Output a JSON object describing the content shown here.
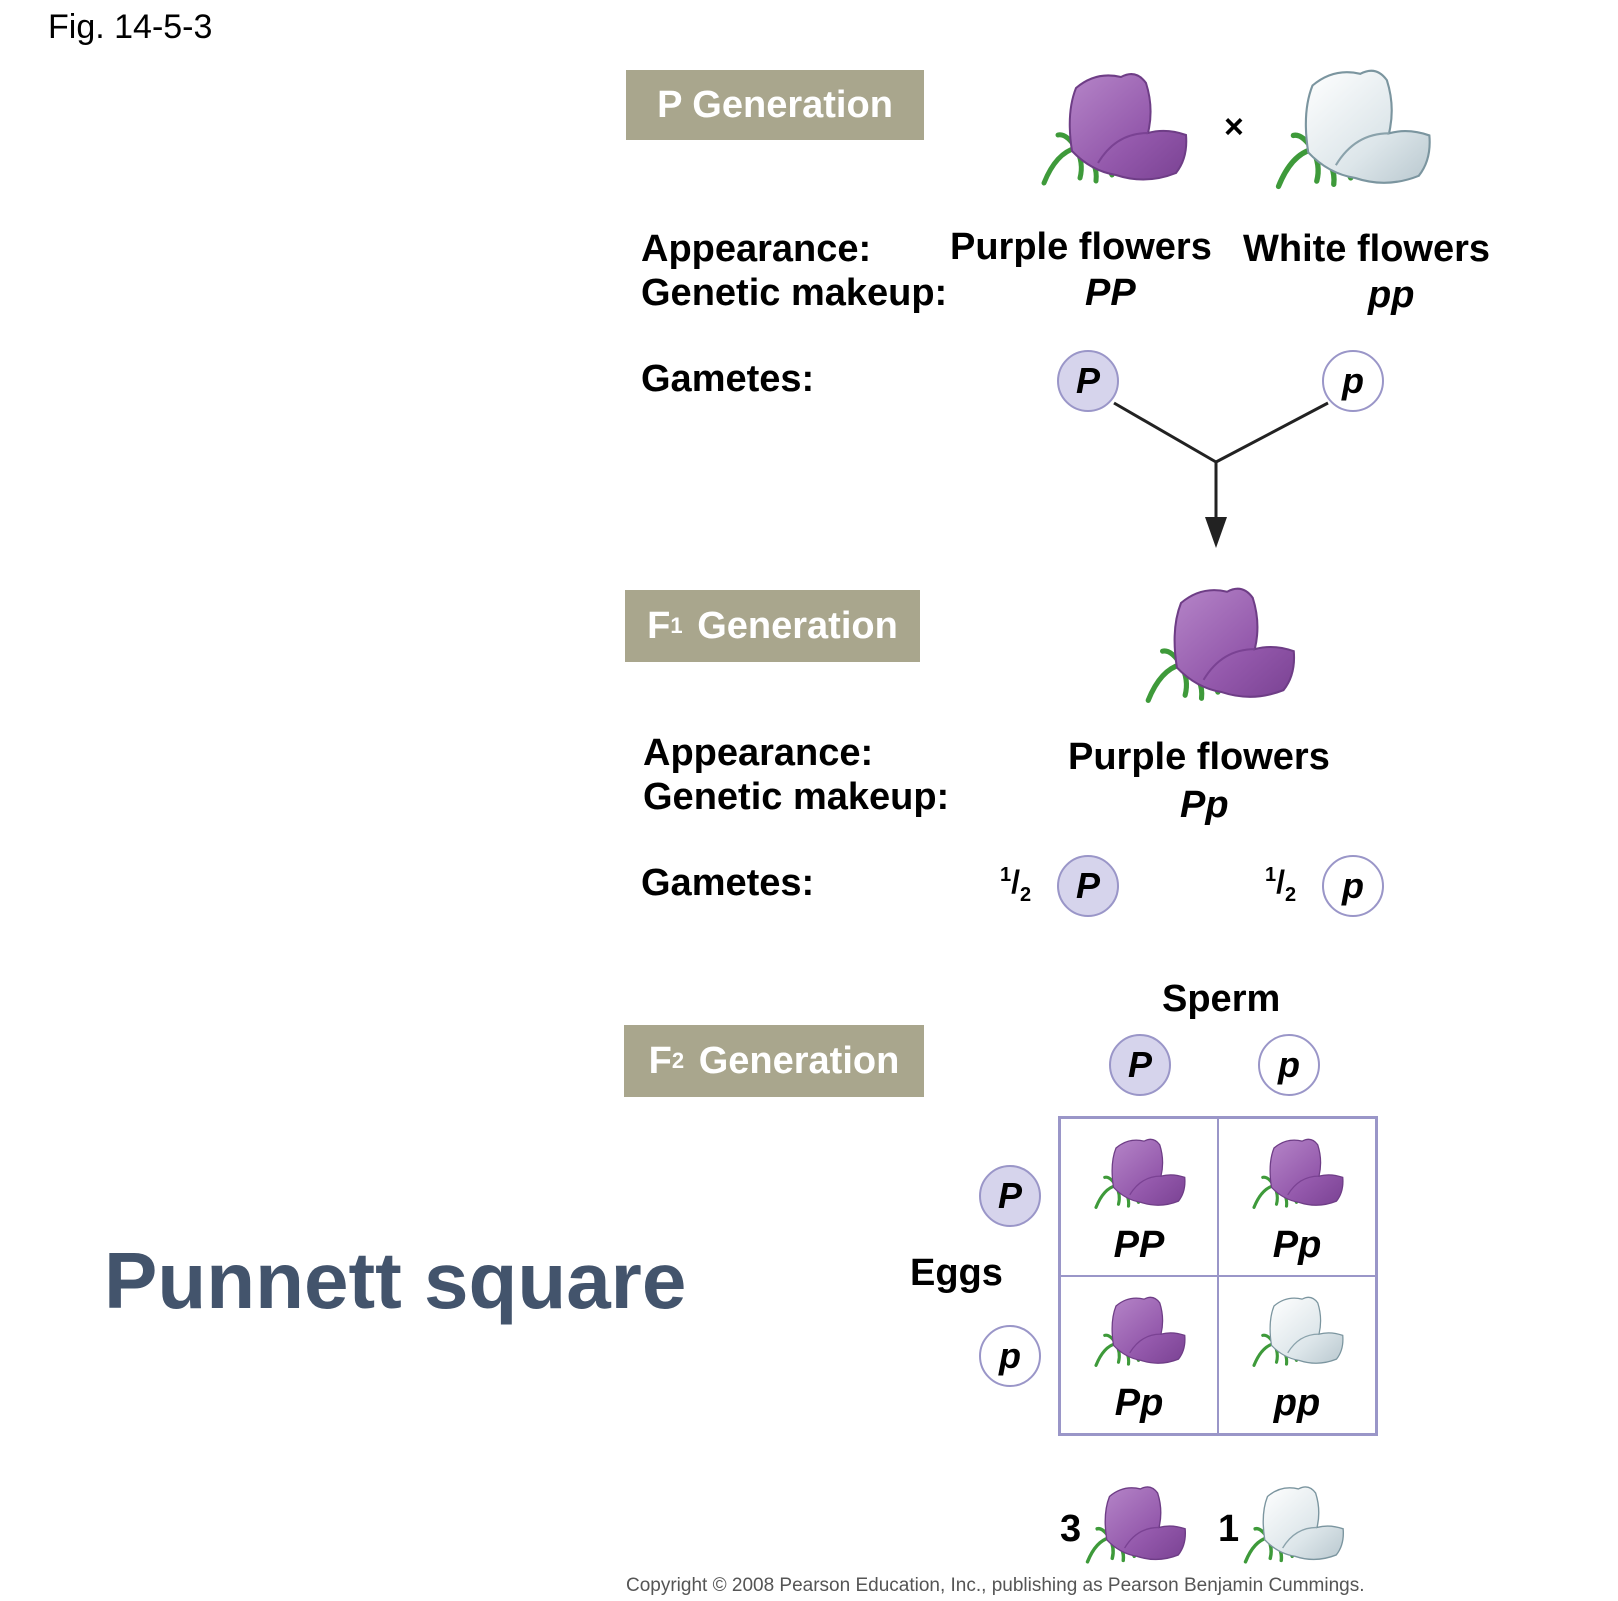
{
  "figure_label": "Fig. 14-5-3",
  "title": "Punnett square",
  "copyright": "Copyright © 2008 Pearson Education, Inc., publishing as Pearson Benjamin Cummings.",
  "colors": {
    "generation_box": "#a9a68d",
    "dominant_allele_fill": "#d6d4ec",
    "allele_border": "#9a96c8",
    "title_color": "#43546c",
    "purple_flower": "#9b5fb0",
    "white_flower": "#e8eef0"
  },
  "p_generation": {
    "label_main": "P Generation",
    "cross_symbol": "×",
    "appearance_label": "Appearance:",
    "genetic_label": "Genetic makeup:",
    "gametes_label": "Gametes:",
    "parents": [
      {
        "appearance": "Purple flowers",
        "genotype": "PP",
        "gamete": "P",
        "flower": "purple-flower-icon"
      },
      {
        "appearance": "White flowers",
        "genotype": "pp",
        "gamete": "p",
        "flower": "white-flower-icon"
      }
    ]
  },
  "f1_generation": {
    "label_main": "F",
    "label_sub": "1",
    "label_rest": "Generation",
    "appearance_label": "Appearance:",
    "genetic_label": "Genetic makeup:",
    "gametes_label": "Gametes:",
    "appearance": "Purple flowers",
    "genotype": "Pp",
    "gametes": [
      {
        "frac_num": "1",
        "frac_den": "2",
        "allele": "P"
      },
      {
        "frac_num": "1",
        "frac_den": "2",
        "allele": "p"
      }
    ]
  },
  "f2_generation": {
    "label_main": "F",
    "label_sub": "2",
    "label_rest": "Generation",
    "sperm_label": "Sperm",
    "eggs_label": "Eggs",
    "sperm": [
      "P",
      "p"
    ],
    "eggs": [
      "P",
      "p"
    ],
    "cells": [
      {
        "genotype": "PP",
        "flower": "purple"
      },
      {
        "genotype": "Pp",
        "flower": "purple"
      },
      {
        "genotype": "Pp",
        "flower": "purple"
      },
      {
        "genotype": "pp",
        "flower": "white"
      }
    ],
    "ratio": [
      {
        "count": "3",
        "flower": "purple"
      },
      {
        "count": "1",
        "flower": "white"
      }
    ]
  }
}
